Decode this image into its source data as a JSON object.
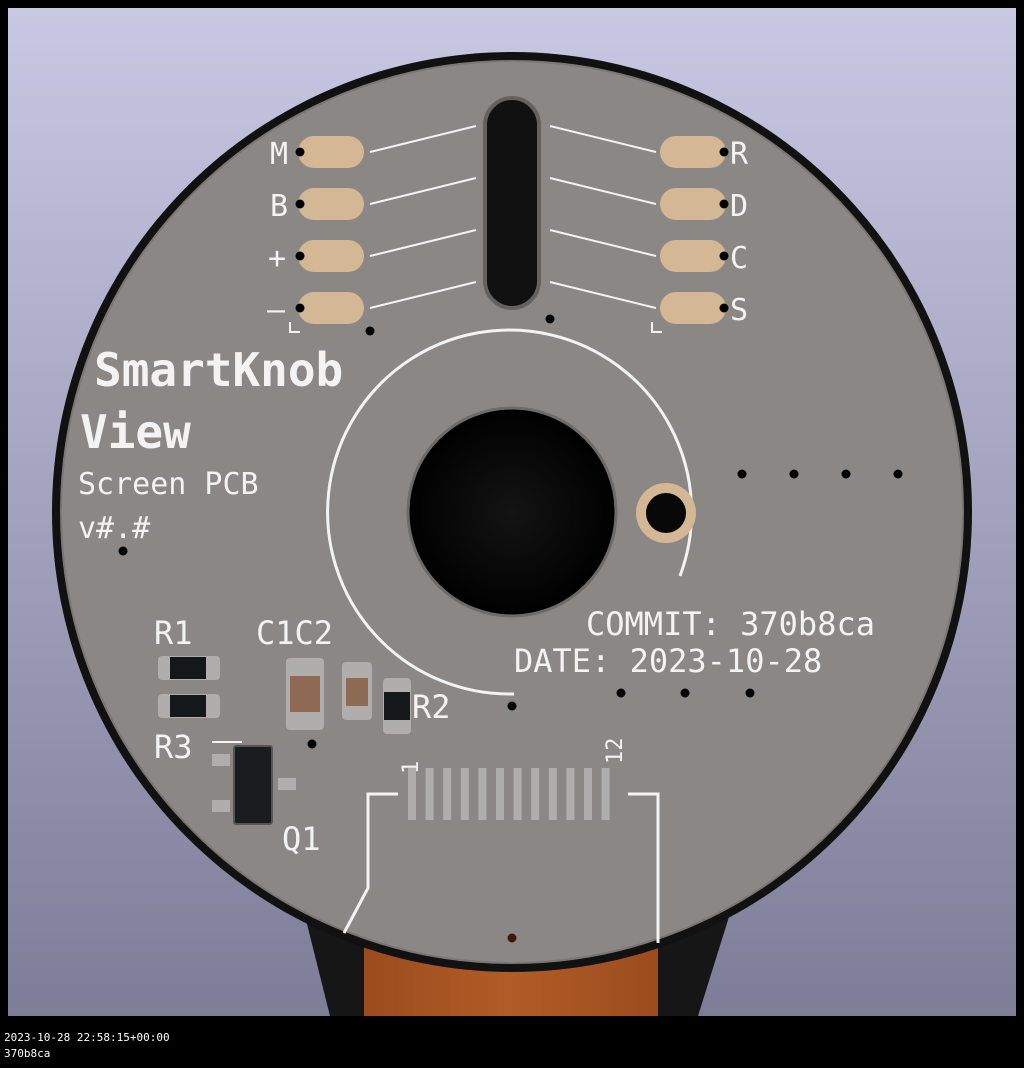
{
  "viewer": {
    "render_timestamp": "2023-10-28 22:58:15+00:00",
    "commit_hash": "370b8ca"
  },
  "board": {
    "title_line1": "SmartKnob",
    "title_line2": "View",
    "subtitle": "Screen PCB",
    "version": "v#.#",
    "commit_label": "COMMIT: 370b8ca",
    "date_label": "DATE: 2023-10-28",
    "pads_left": [
      "M",
      "B",
      "+",
      "—"
    ],
    "pads_right": [
      "R",
      "D",
      "C",
      "S"
    ],
    "designators": {
      "r1": "R1",
      "r2": "R2",
      "r3": "R3",
      "c1c2": "C1C2",
      "q1": "Q1",
      "conn_pin_first": "1",
      "conn_pin_last": "12"
    },
    "colors": {
      "board": "#8a8784",
      "silkscreen": "#f3f3f3",
      "copper_pad": "#d4b896",
      "flex_cable": "#a85422",
      "background_top": "#c8c8e3",
      "background_bottom": "#7d7d98"
    }
  }
}
